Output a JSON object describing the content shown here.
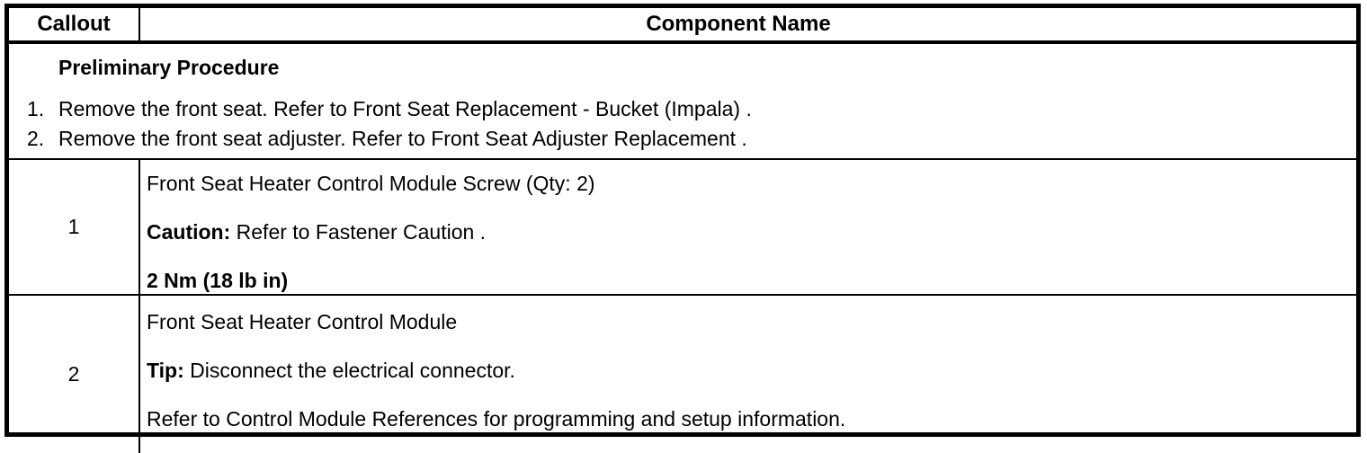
{
  "table": {
    "header": {
      "callout": "Callout",
      "component_name": "Component Name"
    },
    "preliminary": {
      "title": "Preliminary Procedure",
      "steps": [
        {
          "number": "1.",
          "text": "Remove the front seat. Refer to Front Seat Replacement - Bucket (Impala) ."
        },
        {
          "number": "2.",
          "text": "Remove the front seat adjuster. Refer to Front Seat Adjuster Replacement ."
        }
      ]
    },
    "rows": [
      {
        "callout": "1",
        "lines": [
          {
            "bold": "",
            "text": "Front Seat Heater Control Module Screw (Qty: 2)"
          },
          {
            "bold": "Caution:",
            "text": " Refer to Fastener Caution ."
          },
          {
            "bold": "2 Nm (18 lb in)",
            "text": ""
          }
        ]
      },
      {
        "callout": "2",
        "lines": [
          {
            "bold": "",
            "text": "Front Seat Heater Control Module"
          },
          {
            "bold": "Tip:",
            "text": " Disconnect the electrical connector."
          },
          {
            "bold": "",
            "text": "Refer to Control Module References for programming and setup information."
          }
        ]
      }
    ]
  },
  "colors": {
    "border": "#000000",
    "background": "#ffffff",
    "text": "#000000"
  }
}
